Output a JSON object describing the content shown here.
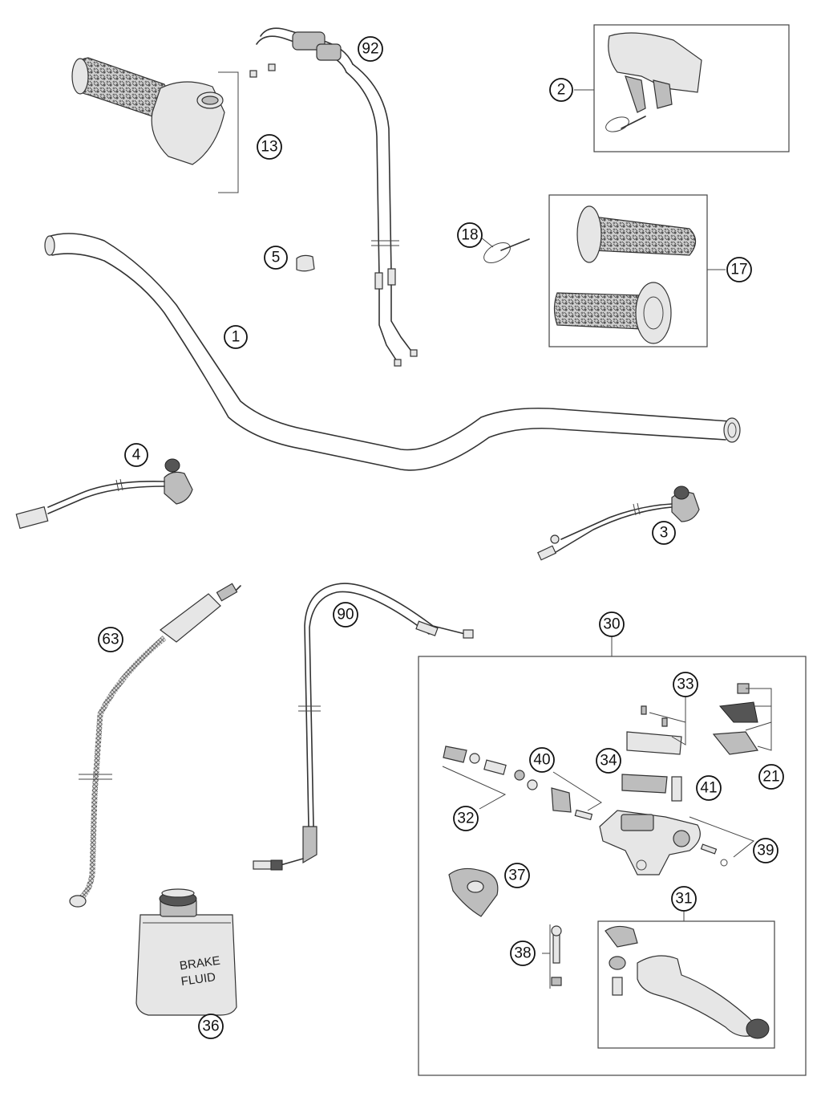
{
  "callouts": {
    "c1": "1",
    "c2": "2",
    "c3": "3",
    "c4": "4",
    "c5": "5",
    "c13": "13",
    "c17": "17",
    "c18": "18",
    "c21": "21",
    "c30": "30",
    "c31": "31",
    "c32": "32",
    "c33": "33",
    "c34": "34",
    "c36": "36",
    "c37": "37",
    "c38": "38",
    "c39": "39",
    "c40": "40",
    "c41": "41",
    "c63": "63",
    "c90": "90",
    "c92": "92"
  },
  "bottle": {
    "line1": "BRAKE",
    "line2": "FLUID"
  }
}
